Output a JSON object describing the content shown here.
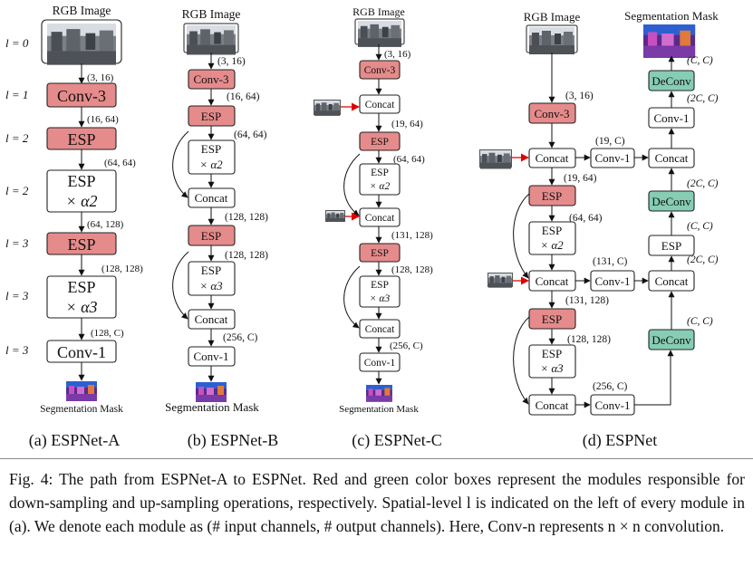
{
  "figure": {
    "sub_captions": [
      "(a) ESPNet-A",
      "(b) ESPNet-B",
      "(c) ESPNet-C",
      "(d) ESPNet"
    ],
    "labels": {
      "rgb": "RGB Image",
      "seg": "Segmentation Mask"
    },
    "levels_a": [
      "l = 0",
      "l = 1",
      "l = 2",
      "l = 2",
      "l = 3",
      "l = 3",
      "l = 3"
    ],
    "a": {
      "modules": [
        "Conv-3",
        "ESP",
        "ESP",
        "× α2",
        "ESP",
        "ESP",
        "× α3",
        "Conv-1"
      ],
      "dims": [
        "(3, 16)",
        "(16, 64)",
        "(64, 64)",
        "(64, 128)",
        "(128, 128)",
        "(128, C)"
      ]
    },
    "b": {
      "modules": [
        "Conv-3",
        "ESP",
        "ESP",
        "× α2",
        "Concat",
        "ESP",
        "ESP",
        "× α3",
        "Concat",
        "Conv-1"
      ],
      "dims": [
        "(3, 16)",
        "(16, 64)",
        "(64, 64)",
        "(128, 128)",
        "(128, 128)",
        "(256, C)"
      ]
    },
    "c": {
      "modules": [
        "Conv-3",
        "Concat",
        "ESP",
        "ESP",
        "× α2",
        "Concat",
        "ESP",
        "ESP",
        "× α3",
        "Concat",
        "Conv-1"
      ],
      "dims": [
        "(3, 16)",
        "(19, 64)",
        "(64, 64)",
        "(131, 128)",
        "(128, 128)",
        "(256, C)"
      ]
    },
    "d": {
      "modules": [
        "Conv-3",
        "Concat",
        "ESP",
        "ESP",
        "× α2",
        "Concat",
        "ESP",
        "ESP",
        "× α3",
        "Concat",
        "Conv-1",
        "Conv-1",
        "Conv-1",
        "Concat",
        "Concat",
        "DeConv",
        "Conv-1",
        "DeConv",
        "ESP",
        "DeConv"
      ],
      "dims": [
        "(3, 16)",
        "(19, 64)",
        "(64, 64)",
        "(131, 128)",
        "(128, 128)",
        "(19, C)",
        "(131, C)",
        "(256, C)",
        "(C, C)",
        "(2C, C)",
        "(C, C)",
        "(2C, C)",
        "(C, C)"
      ]
    }
  },
  "caption": {
    "lead": "Fig. 4:",
    "text": "The path from ESPNet-A to ESPNet. Red and green color boxes represent the modules responsible for down-sampling and up-sampling operations, respectively. Spatial-level l is indicated on the left of every module in (a). We denote each module as (# input channels, # output channels). Here, Conv-n represents n × n convolution."
  }
}
